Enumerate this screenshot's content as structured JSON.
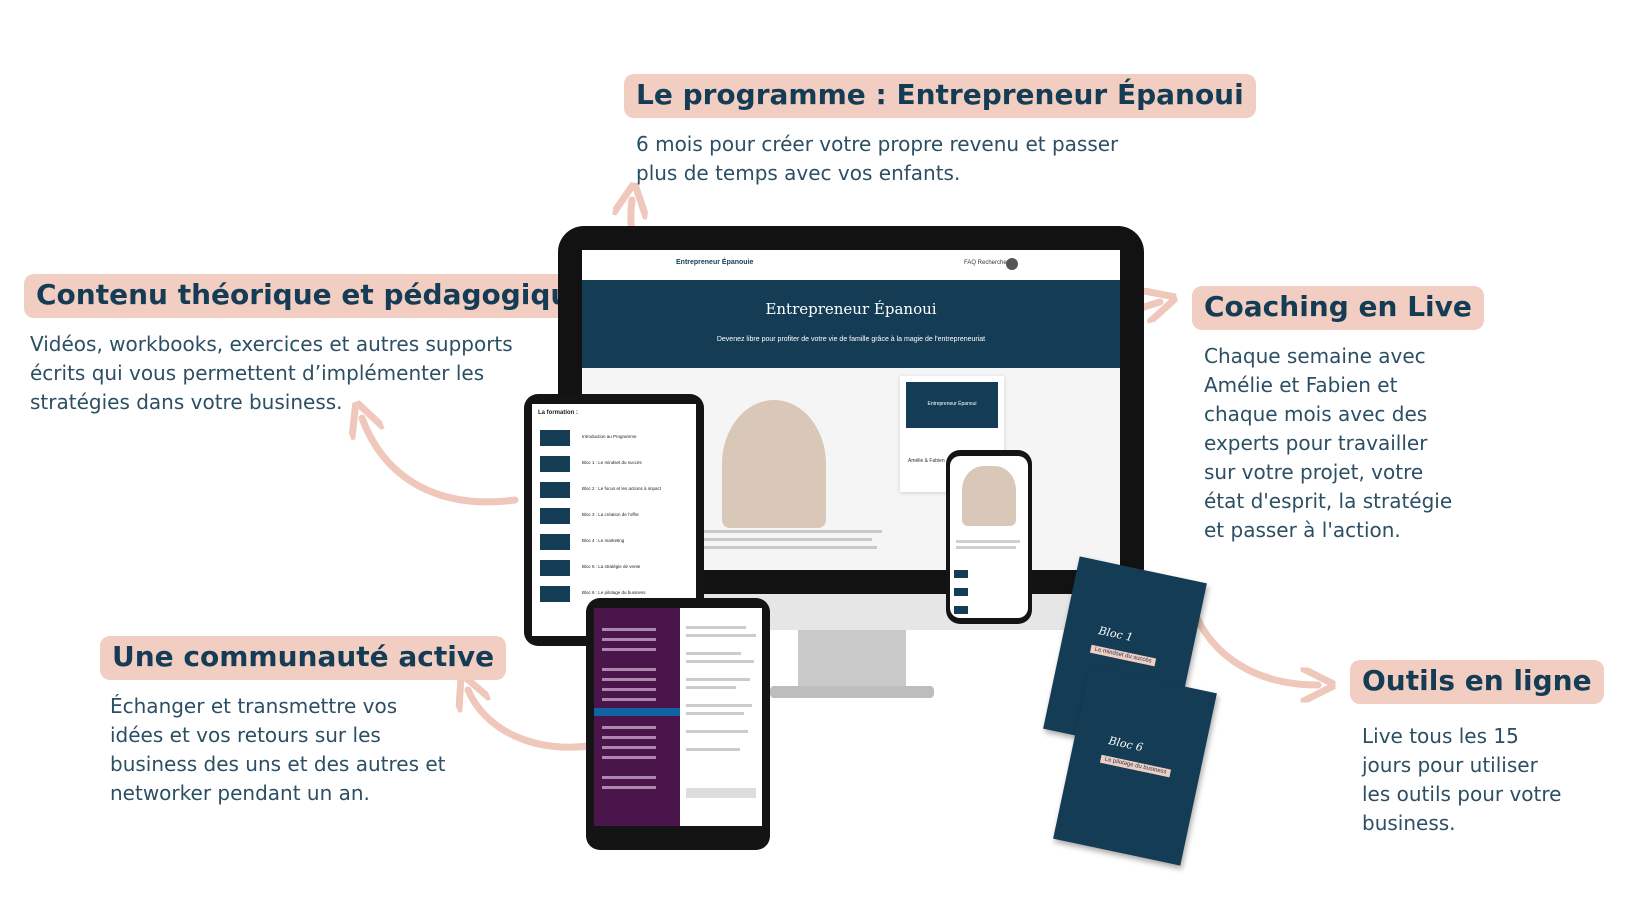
{
  "colors": {
    "accent": "#f2cdc2",
    "navy": "#143d55",
    "text": "#2c4f63"
  },
  "callouts": {
    "programme": {
      "title": "Le programme : Entrepreneur Épanoui",
      "body": "6 mois pour créer votre propre revenu et passer\nplus de temps avec vos enfants."
    },
    "contenu": {
      "title": "Contenu théorique et pédagogique",
      "body": "Vidéos, workbooks, exercices et autres supports\nécrits qui vous permettent d’implémenter les\nstratégies dans votre business."
    },
    "coaching": {
      "title": "Coaching en Live",
      "body": "Chaque semaine avec\nAmélie et Fabien et\nchaque mois avec des\nexperts pour travailler\nsur votre projet, votre\nétat d'esprit, la stratégie\net passer à l'action."
    },
    "communaute": {
      "title": "Une communauté active",
      "body": "Échanger et transmettre vos\nidées et vos retours sur les\nbusiness des uns et des autres et\nnetworker pendant un an."
    },
    "outils": {
      "title": "Outils en ligne",
      "body": "Live tous les 15\njours pour utiliser\nles outils pour votre\nbusiness."
    }
  },
  "site": {
    "brand": "Entrepreneur Épanouie",
    "nav_links": "FAQ   Rechercher",
    "hero_title": "Entrepreneur Épanoui",
    "hero_subtitle": "Devenez libre pour profiter de votre vie de famille grâce à la magie de l'entrepreneuriat",
    "card_thumb": "Entrepreneur Épanoui",
    "card_name": "Amélie & Fabien"
  },
  "formation": {
    "title": "La formation :",
    "items": [
      "Introduction au Programme",
      "Bloc 1 : Le mindset du succès",
      "Bloc 2 : Le focus et les actions à impact",
      "Bloc 3 : La création de l'offre",
      "Bloc 4 : Le marketing",
      "Bloc 5 : La stratégie de vente",
      "Bloc 6 : Le pilotage du business"
    ]
  },
  "books": [
    {
      "bloc": "Bloc 1",
      "ribbon": "Le mindset du succès"
    },
    {
      "bloc": "Bloc 6",
      "ribbon": "Le pilotage du business"
    }
  ],
  "icons": [
    "arrow-curved-icon"
  ]
}
